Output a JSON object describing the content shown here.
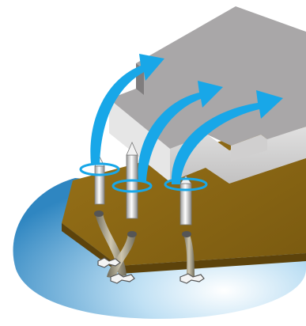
{
  "diagram": {
    "colors": {
      "background": "#ffffff",
      "ground_gradient_start": "#ffffff",
      "ground_gradient_end": "#2f86c1",
      "board_top": "#8a6514",
      "board_edge": "#5d430b",
      "component_top": "#a9a7a8",
      "component_side": "#d7d6d6",
      "component_dark": "#7f7d7e",
      "arrow": "#18a7e8",
      "ring": "#18a7e8",
      "pin_metal": "#e7e7e7",
      "pin_shadow": "#8c8c8c"
    },
    "pins": [
      {
        "name": "left"
      },
      {
        "name": "middle"
      },
      {
        "name": "right"
      }
    ],
    "arrows_shown": 3,
    "rings_shown": 3
  }
}
